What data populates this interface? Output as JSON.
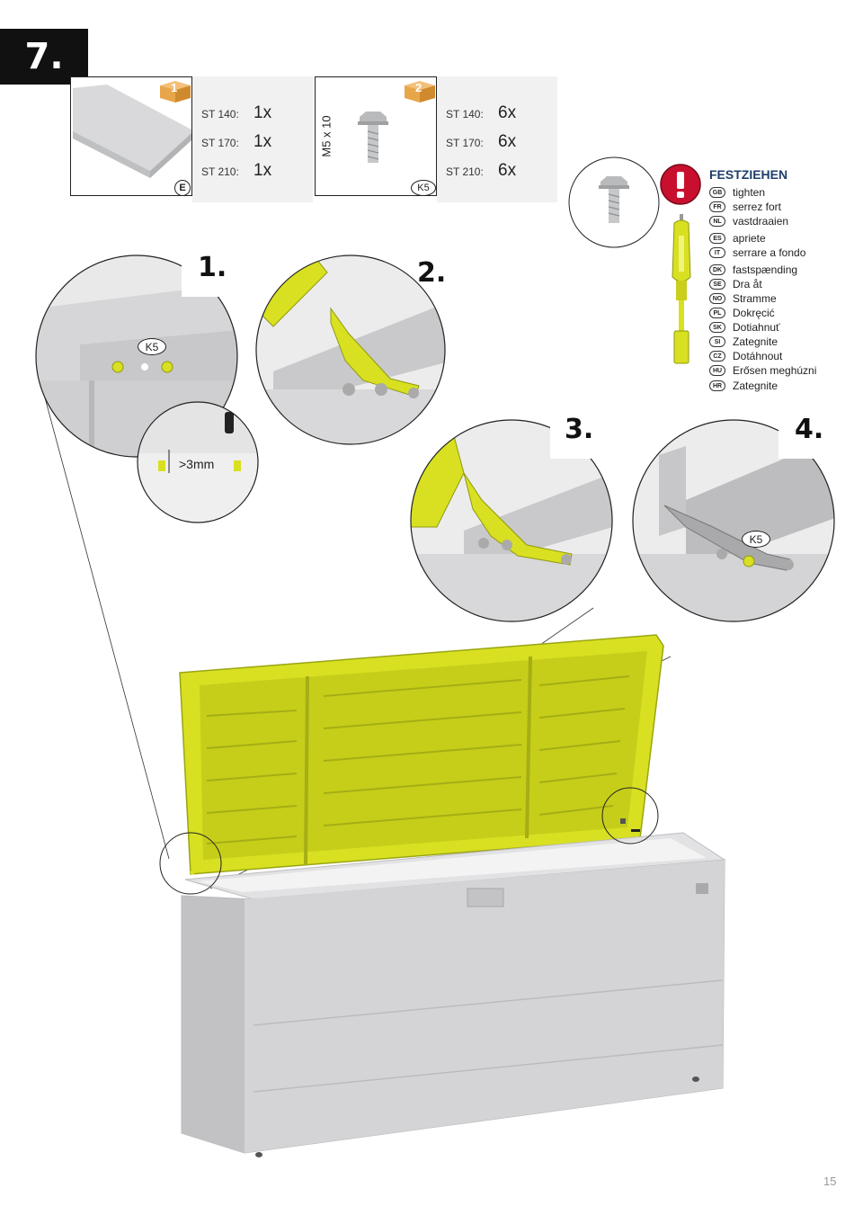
{
  "step": {
    "number": "7."
  },
  "parts": [
    {
      "package": "1",
      "letter": "E",
      "quantities": [
        {
          "model": "ST 140:",
          "qty": "1x"
        },
        {
          "model": "ST 170:",
          "qty": "1x"
        },
        {
          "model": "ST 210:",
          "qty": "1x"
        }
      ]
    },
    {
      "package": "2",
      "letter": "K5",
      "size": "M5 x 10",
      "quantities": [
        {
          "model": "ST 140:",
          "qty": "6x"
        },
        {
          "model": "ST 170:",
          "qty": "6x"
        },
        {
          "model": "ST 210:",
          "qty": "6x"
        }
      ]
    }
  ],
  "substeps": [
    "1.",
    "2.",
    "3.",
    "4."
  ],
  "detail": {
    "k5_label": "K5",
    "gap_label": ">3mm"
  },
  "tighten": {
    "title": "FESTZIEHEN",
    "languages": [
      {
        "code": "GB",
        "text": "tighten"
      },
      {
        "code": "FR",
        "text": "serrez fort"
      },
      {
        "code": "NL",
        "text": "vastdraaien"
      },
      {
        "code": "ES",
        "text": "apriete"
      },
      {
        "code": "IT",
        "text": "serrare a fondo"
      },
      {
        "code": "DK",
        "text": "fastspænding"
      },
      {
        "code": "SE",
        "text": "Dra åt"
      },
      {
        "code": "NO",
        "text": "Stramme"
      },
      {
        "code": "PL",
        "text": "Dokręcić"
      },
      {
        "code": "SK",
        "text": "Dotiahnuť"
      },
      {
        "code": "SI",
        "text": "Zategnite"
      },
      {
        "code": "CZ",
        "text": "Dotáhnout"
      },
      {
        "code": "HU",
        "text": "Erősen meghúzni"
      },
      {
        "code": "HR",
        "text": "Zategnite"
      }
    ]
  },
  "page_number": "15",
  "colors": {
    "lid": "#d8e021",
    "body": "#cfcfd1",
    "badge": "#111111",
    "warning": "#c8102e",
    "package": "#e8a64a"
  }
}
